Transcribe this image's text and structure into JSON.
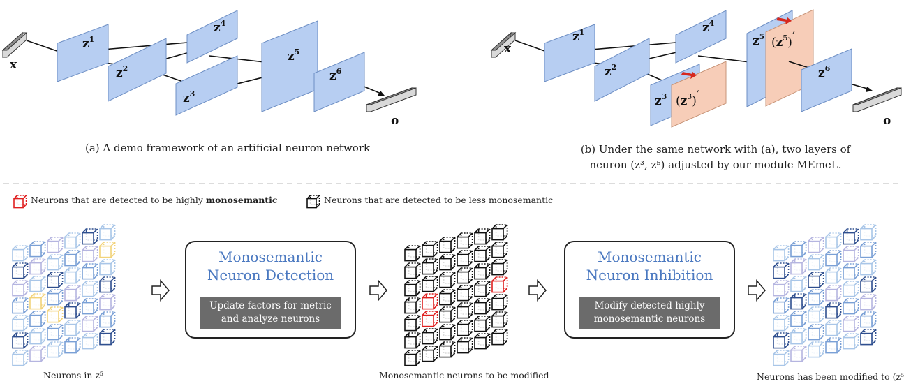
{
  "network_a": {
    "input_label": "x",
    "output_label": "o",
    "layers": [
      {
        "base": "z",
        "sup": "1"
      },
      {
        "base": "z",
        "sup": "2"
      },
      {
        "base": "z",
        "sup": "3"
      },
      {
        "base": "z",
        "sup": "4"
      },
      {
        "base": "z",
        "sup": "5"
      },
      {
        "base": "z",
        "sup": "6"
      }
    ],
    "caption": "(a) A demo framework of an artificial neuron network"
  },
  "network_b": {
    "input_label": "x",
    "output_label": "o",
    "layers": [
      {
        "base": "z",
        "sup": "1"
      },
      {
        "base": "z",
        "sup": "2"
      },
      {
        "base": "z",
        "sup": "3"
      },
      {
        "base": "z",
        "sup": "4"
      },
      {
        "base": "z",
        "sup": "5"
      },
      {
        "base": "z",
        "sup": "6"
      }
    ],
    "modified_layers": [
      {
        "base": "z",
        "sup": "3",
        "prime": "′"
      },
      {
        "base": "z",
        "sup": "5",
        "prime": "′"
      }
    ],
    "caption_line1": "(b) Under the same network with (a), two layers of",
    "caption_line2": "neuron (z³, z⁵) adjusted by our module MEmeL."
  },
  "legend": {
    "high_prefix": "Neurons that are detected to be highly ",
    "high_bold": "monosemantic",
    "low": "Neurons that are detected to be less monosemantic"
  },
  "pipeline": {
    "grid1_caption": "Neurons in z⁵",
    "detection": {
      "title_line1": "Monosemantic",
      "title_line2": "Neuron Detection",
      "desc": "Update factors for metric and analyze neurons"
    },
    "grid2_caption": "Monosemantic neurons to be modified",
    "inhibition": {
      "title_line1": "Monosemantic",
      "title_line2": "Neuron Inhibition",
      "desc": "Modify detected highly monosemantic neurons"
    },
    "grid3_caption": "Neurons has been modified to (z⁵"
  },
  "colors": {
    "layer_fill": "#b7cef2",
    "modified_fill": "#f7cdb8",
    "title_blue": "#4a78c0",
    "detected_red": "#e02020",
    "inner_box": "#6b6b6b",
    "cube_light": "#a9c6e8",
    "cube_mid": "#7aa0d6",
    "cube_dark": "#2f4f8f",
    "cube_lavender": "#b5b5e0",
    "cube_yellow": "#f2d37a"
  }
}
